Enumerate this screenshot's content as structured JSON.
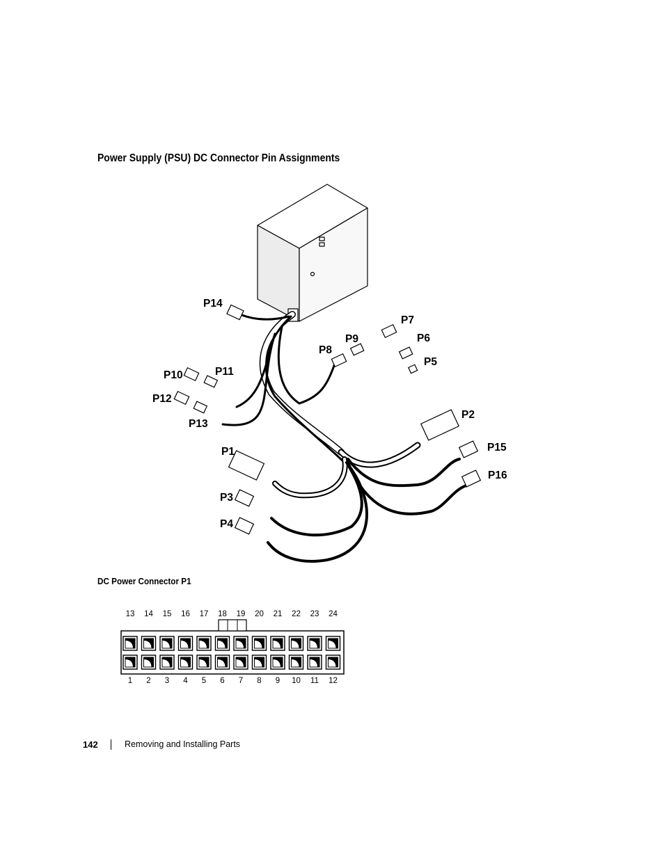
{
  "page": {
    "section_title": "Power Supply (PSU) DC Connector Pin Assignments",
    "connector_title": "DC Power Connector P1",
    "footer": {
      "page_number": "142",
      "chapter": "Removing and Installing Parts"
    }
  },
  "diagram": {
    "callouts": {
      "p1": "P1",
      "p2": "P2",
      "p3": "P3",
      "p4": "P4",
      "p5": "P5",
      "p6": "P6",
      "p7": "P7",
      "p8": "P8",
      "p9": "P9",
      "p10": "P10",
      "p11": "P11",
      "p12": "P12",
      "p13": "P13",
      "p14": "P14",
      "p15": "P15",
      "p16": "P16"
    }
  },
  "pinout": {
    "top_row": [
      "13",
      "14",
      "15",
      "16",
      "17",
      "18",
      "19",
      "20",
      "21",
      "22",
      "23",
      "24"
    ],
    "bottom_row": [
      "1",
      "2",
      "3",
      "4",
      "5",
      "6",
      "7",
      "8",
      "9",
      "10",
      "11",
      "12"
    ]
  }
}
